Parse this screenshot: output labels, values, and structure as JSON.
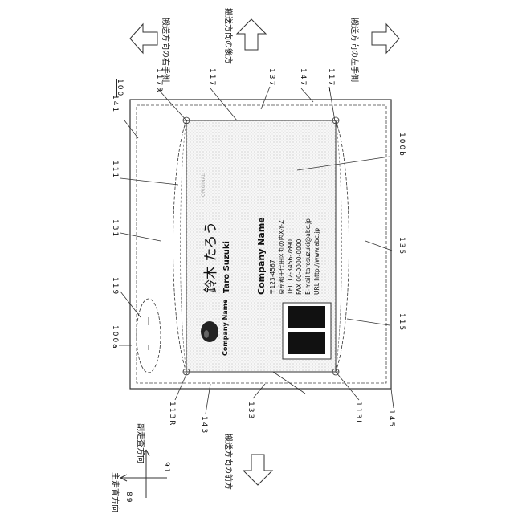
{
  "figure_label": "100",
  "directions": {
    "right_hand": "搬送方向の右手側",
    "rear": "搬送方向の後方",
    "left_hand": "搬送方向の左手側",
    "front": "搬送方向の前方",
    "sub_scan": "副走査方向",
    "main_scan": "主走査方向"
  },
  "refs": {
    "r100a": "100a",
    "r100b": "100b",
    "r111": "111",
    "r113L": "113L",
    "r113R": "113R",
    "r115": "115",
    "r117": "117",
    "r117L": "117L",
    "r117R": "117R",
    "r119": "119",
    "r131": "131",
    "r133": "133",
    "r135": "135",
    "r137": "137",
    "r141": "141",
    "r143": "143",
    "r145": "145",
    "r147": "147",
    "r89": "89",
    "r91": "91"
  },
  "card": {
    "logo_company": "Company Name",
    "name_kanji": "鈴木 たろう",
    "name_roman": "Taro Suzuki",
    "company": "Company Name",
    "postal": "〒123-4567",
    "address": "東京都千代田区丸の内X-Y-Z",
    "tel": "TEL 12-3456-7890",
    "fax": "FAX 00-0000-0000",
    "email": "E-mail tarosuzuki@abc.jp",
    "url": "URL http://www.abc.jp",
    "watermark": "ORIGINAL"
  }
}
